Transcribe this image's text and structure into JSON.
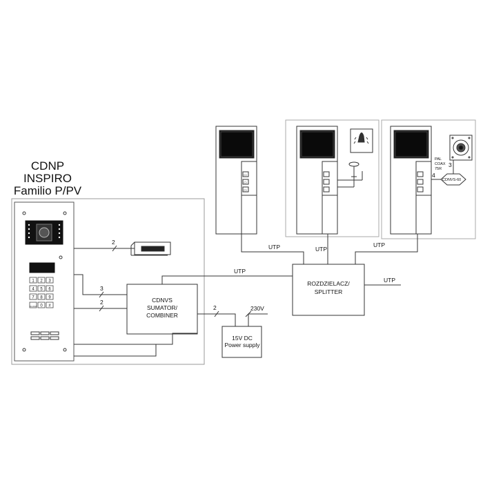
{
  "product": {
    "line1": "CDNP",
    "line2": "INSPIRO",
    "line3": "Familio P/PV"
  },
  "blocks": {
    "combiner_line1": "CDNVS",
    "combiner_line2": "SUMATOR/",
    "combiner_line3": "COMBINER",
    "splitter_line1": "ROZDZIELACZ/",
    "splitter_line2": "SPLITTER",
    "psu_line1": "15V DC",
    "psu_line2": "Power supply",
    "cam_module": "CDNVS-60"
  },
  "wire_labels": {
    "lock_wires": "2",
    "combiner_in_a": "3",
    "combiner_in_b": "2",
    "psu_wires": "2",
    "mains": "230V",
    "utp_main": "UTP",
    "utp_out": "UTP",
    "utp_monitor_1": "UTP",
    "utp_monitor_2": "UTP",
    "utp_monitor_3": "UTP",
    "cam_wires": "4",
    "cam_wires_b": "3"
  },
  "camera_note": {
    "line1": "PAL",
    "line2": "COAX",
    "line3": "75R"
  },
  "keypad": {
    "keys": [
      "1",
      "2",
      "3",
      "4",
      "5",
      "6",
      "7",
      "8",
      "9",
      "",
      "0",
      "#"
    ],
    "bottom_left": "KLUCZ"
  },
  "monitor_buttons": [
    "",
    "",
    ""
  ]
}
